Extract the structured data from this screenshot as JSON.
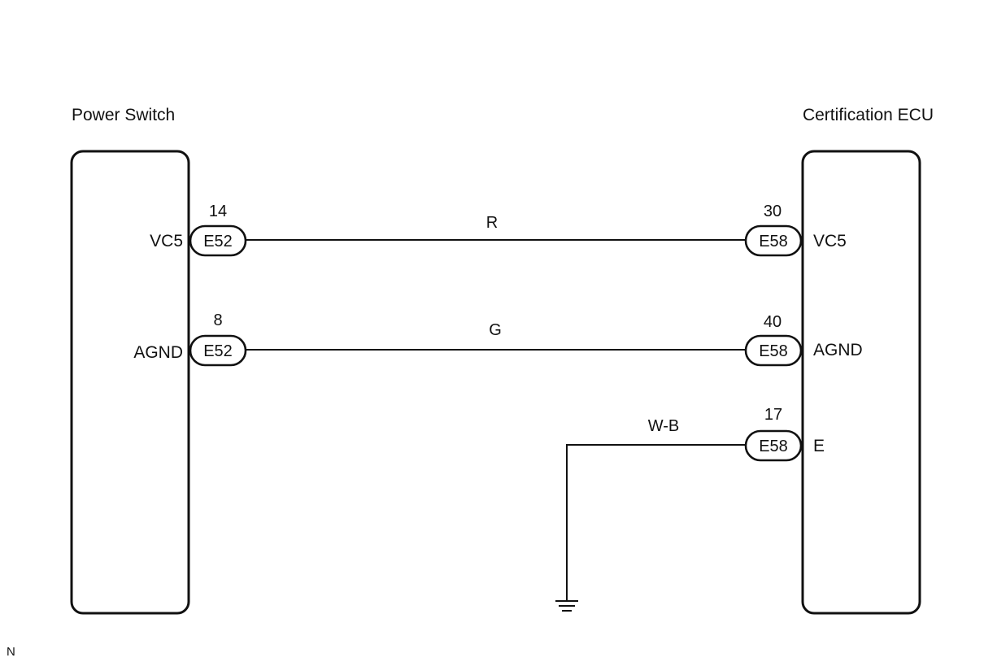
{
  "components": {
    "left": {
      "title": "Power Switch"
    },
    "right": {
      "title": "Certification ECU"
    }
  },
  "wires": [
    {
      "color_code": "R",
      "left": {
        "terminal": "VC5",
        "pin": "14",
        "connector": "E52"
      },
      "right": {
        "terminal": "VC5",
        "pin": "30",
        "connector": "E58"
      }
    },
    {
      "color_code": "G",
      "left": {
        "terminal": "AGND",
        "pin": "8",
        "connector": "E52"
      },
      "right": {
        "terminal": "AGND",
        "pin": "40",
        "connector": "E58"
      }
    },
    {
      "color_code": "W-B",
      "right": {
        "terminal": "E",
        "pin": "17",
        "connector": "E58"
      },
      "to": "ground"
    }
  ],
  "footnote": "N",
  "icons": {
    "ground": "ground-symbol-icon"
  }
}
